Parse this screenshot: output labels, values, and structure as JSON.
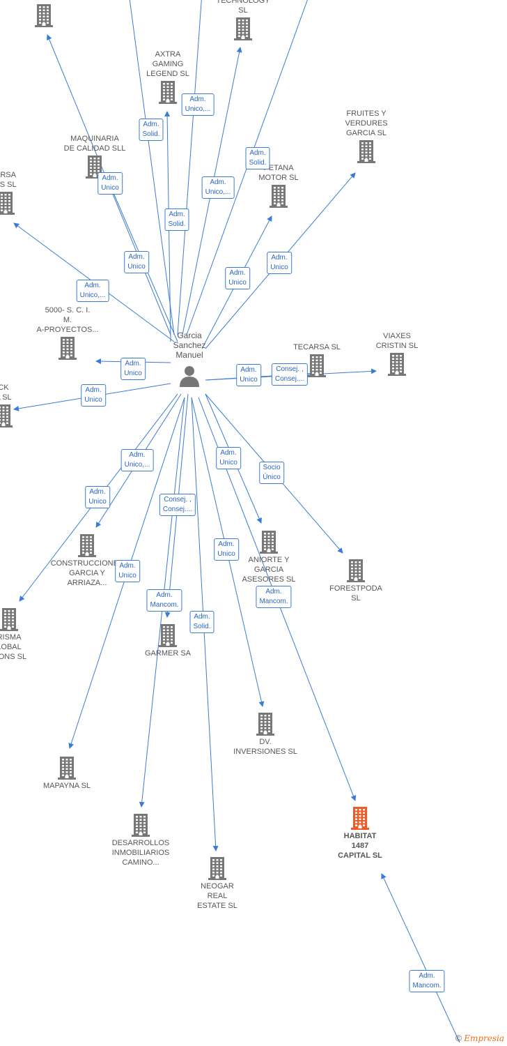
{
  "person": {
    "label": "Garcia\nSanchez\nManuel"
  },
  "colors": {
    "edge": "#3a7bd5",
    "building": "#777777",
    "highlight": "#f05a28",
    "text": "#555555"
  },
  "companies": [
    {
      "id": "c_tl",
      "label": "",
      "highlight": false
    },
    {
      "id": "c_tech",
      "label": "TECHNOLOGY\nSL",
      "highlight": false
    },
    {
      "id": "c_axtra",
      "label": "AXTRA\nGAMING\nLEGEND  SL",
      "highlight": false
    },
    {
      "id": "c_fruites",
      "label": "FRUITES Y\nVERDURES\nGARCIA  SL",
      "highlight": false
    },
    {
      "id": "c_maquinaria",
      "label": "MAQUINARIA\nDE CALIDAD SLL",
      "highlight": false
    },
    {
      "id": "c_arsa",
      "label": "ARSA\nES  SL",
      "highlight": false
    },
    {
      "id": "c_petana",
      "label": "PETANA\nMOTOR SL",
      "highlight": false
    },
    {
      "id": "c_5000",
      "label": "5000- S.  C. I.\nM.\nA-PROYECTOS...",
      "highlight": false
    },
    {
      "id": "c_tecarsa",
      "label": "TECARSA SL",
      "highlight": false
    },
    {
      "id": "c_viaxes",
      "label": "VIAXES\nCRISTIN SL",
      "highlight": false
    },
    {
      "id": "c_ck",
      "label": "CK\nA  SL",
      "highlight": false
    },
    {
      "id": "c_construcciones",
      "label": "CONSTRUCCIONES\nGARCIA Y\nARRIAZA...",
      "highlight": false
    },
    {
      "id": "c_aniorte",
      "label": "ANIORTE Y\nGARCIA\nASESORES SL",
      "highlight": false
    },
    {
      "id": "c_forestpoda",
      "label": "FORESTPODA\nSL",
      "highlight": false
    },
    {
      "id": "c_risma",
      "label": "RISMA\nLOBAL\nTIONS  SL",
      "highlight": false
    },
    {
      "id": "c_garmer",
      "label": "GARMER SA",
      "highlight": false
    },
    {
      "id": "c_dv",
      "label": "DV.\nINVERSIONES SL",
      "highlight": false
    },
    {
      "id": "c_mapayna",
      "label": "MAPAYNA SL",
      "highlight": false
    },
    {
      "id": "c_habitat",
      "label": "HABITAT\n1487\nCAPITAL  SL",
      "highlight": true
    },
    {
      "id": "c_desarrollos",
      "label": "DESARROLLOS\nINMOBILIARIOS\nCAMINO...",
      "highlight": false
    },
    {
      "id": "c_neogar",
      "label": "NEOGAR\nREAL\nESTATE  SL",
      "highlight": false
    }
  ],
  "relations": [
    "Adm.\nUnico,...",
    "Adm.\nSolid.",
    "Adm.\nUnico",
    "Adm.\nUnico,...",
    "Adm.\nSolid.",
    "Adm.\nSolid.",
    "Adm.\nUnico",
    "Adm.\nUnico",
    "Adm.\nUnico",
    "Adm.\nUnico,...",
    "Adm.\nUnico",
    "Adm.\nUnico",
    "Adm.\nUnico",
    "Consej. ,\nConsej....",
    "Adm.\nUnico,...",
    "Adm.\nUnico",
    "Consej. ,\nConsej....",
    "Adm.\nUnico",
    "Socio\nÚnico",
    "Adm.\nUnico",
    "Adm.\nUnico",
    "Adm.\nMancom.",
    "Adm.\nMancom.",
    "Adm.\nSolid.",
    "Adm.\nMancom."
  ],
  "brand": {
    "copyright": "©",
    "name": "Empresia"
  }
}
